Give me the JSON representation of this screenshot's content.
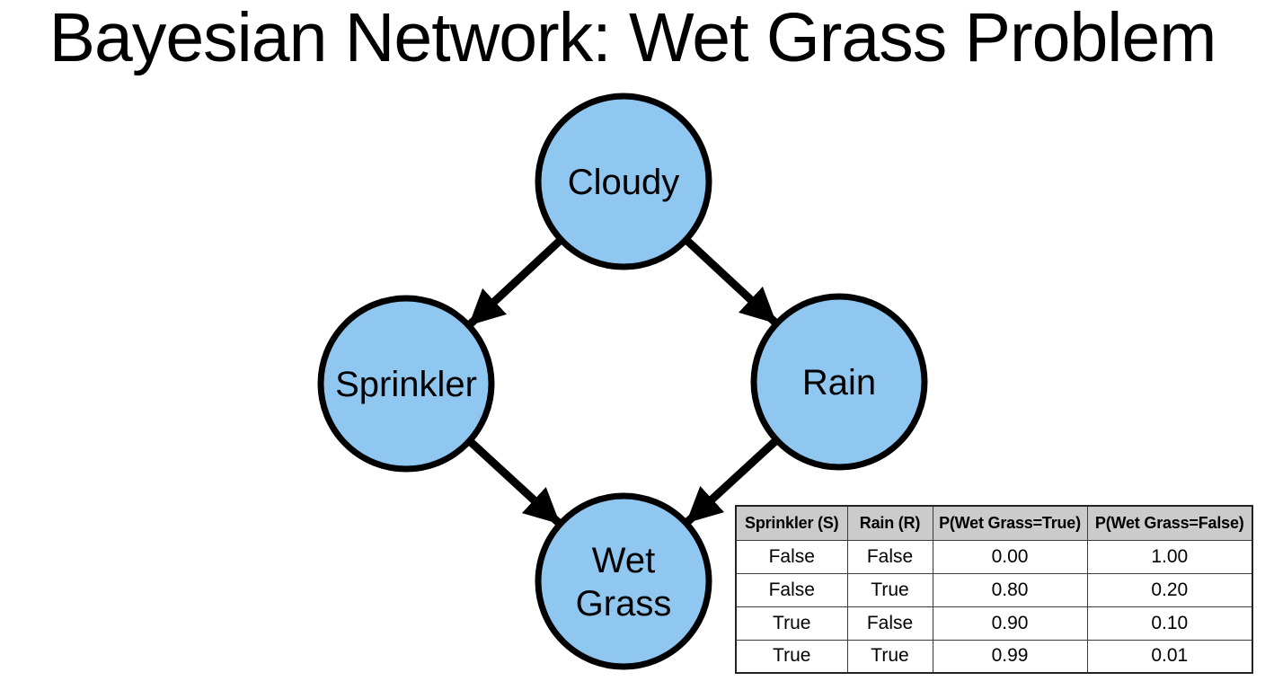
{
  "title": "Bayesian Network: Wet Grass Problem",
  "colors": {
    "background": "#FFFFFF",
    "node_fill": "#8FC7F0",
    "node_border": "#000000",
    "arrow": "#000000",
    "table_header_bg": "#CBCBCB",
    "table_border": "#3A3A3A",
    "text": "#000000"
  },
  "diagram": {
    "nodes": [
      {
        "id": "cloudy",
        "label": "Cloudy"
      },
      {
        "id": "sprinkler",
        "label": "Sprinkler"
      },
      {
        "id": "rain",
        "label": "Rain"
      },
      {
        "id": "wet-grass",
        "label_line1": "Wet",
        "label_line2": "Grass"
      }
    ],
    "edges": [
      {
        "from": "cloudy",
        "to": "sprinkler"
      },
      {
        "from": "cloudy",
        "to": "rain"
      },
      {
        "from": "sprinkler",
        "to": "wet-grass"
      },
      {
        "from": "rain",
        "to": "wet-grass"
      }
    ]
  },
  "cpt_table": {
    "headers": [
      "Sprinkler (S)",
      "Rain (R)",
      "P(Wet Grass=True)",
      "P(Wet Grass=False)"
    ],
    "rows": [
      [
        "False",
        "False",
        "0.00",
        "1.00"
      ],
      [
        "False",
        "True",
        "0.80",
        "0.20"
      ],
      [
        "True",
        "False",
        "0.90",
        "0.10"
      ],
      [
        "True",
        "True",
        "0.99",
        "0.01"
      ]
    ]
  }
}
